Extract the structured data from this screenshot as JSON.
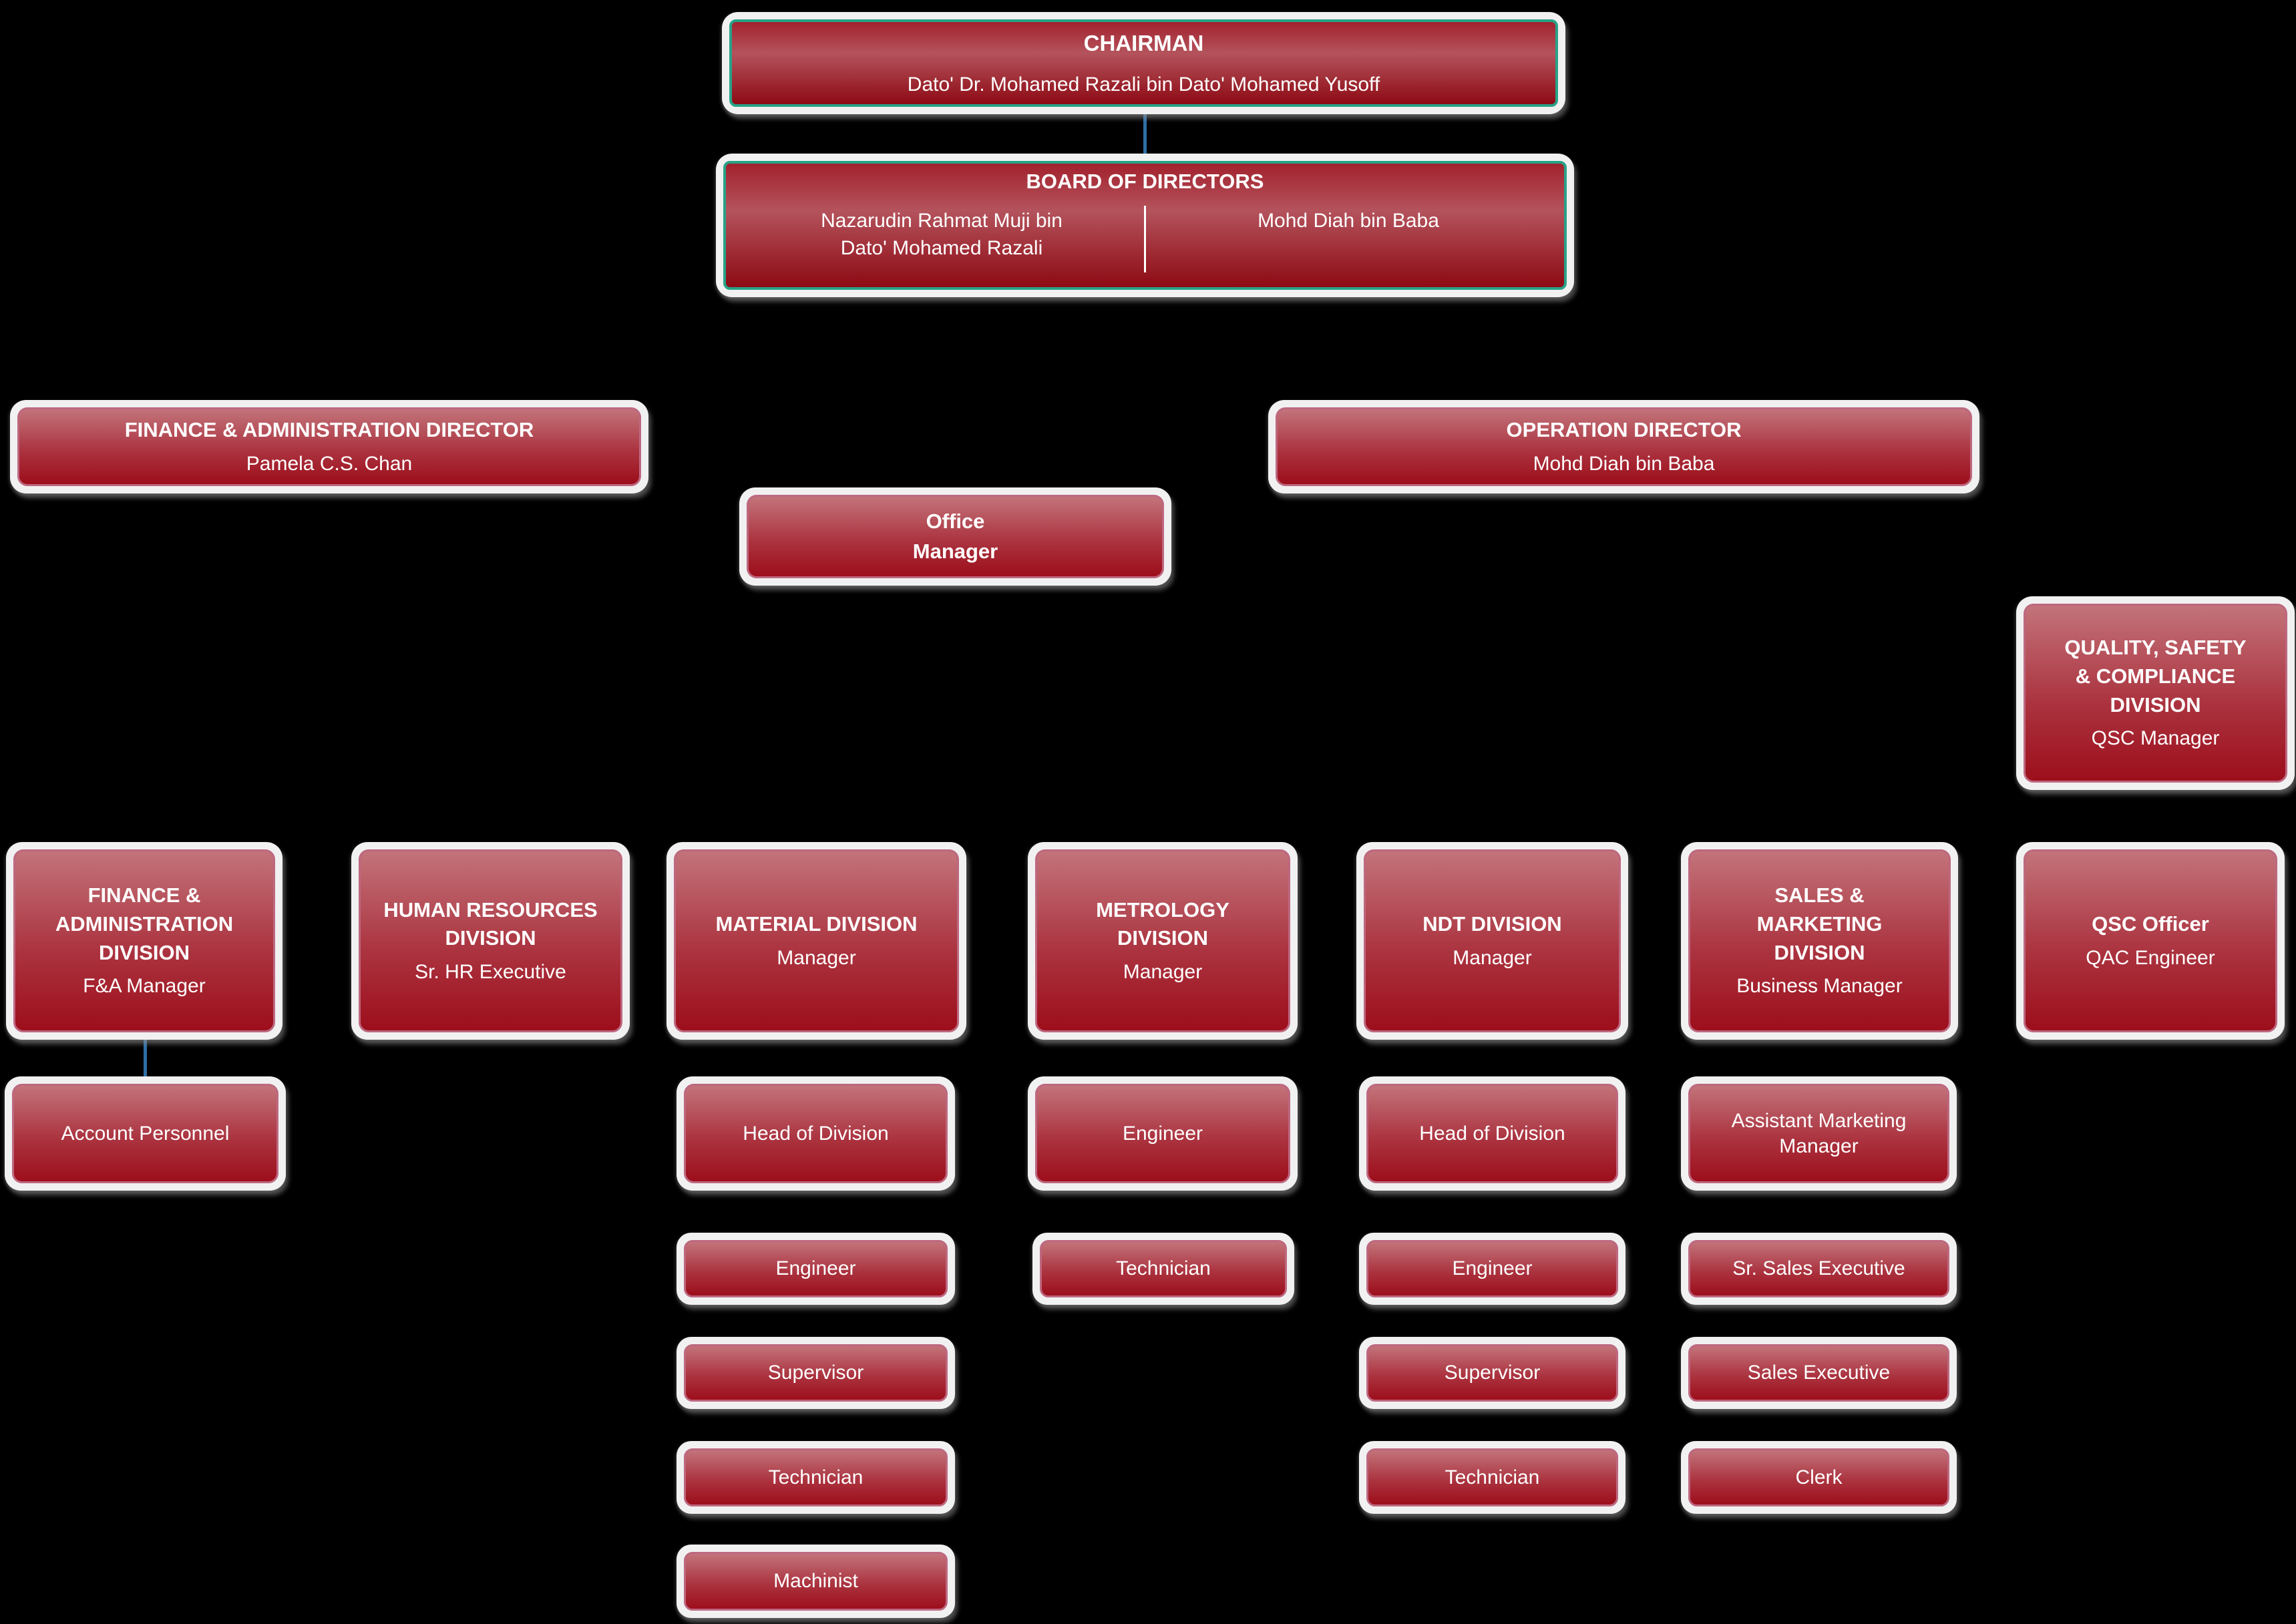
{
  "colors": {
    "background": "#000000",
    "frame": "#f1f1f1",
    "box_gradient_top": "#c3737a",
    "box_gradient_bottom": "#9d0e1b",
    "inner_border_pink": "#bd6880",
    "inner_border_teal": "#27a287",
    "connector_blue": "#2e6ea6",
    "text": "#ffffff"
  },
  "org": {
    "chairman": {
      "title": "CHAIRMAN",
      "name": "Dato' Dr. Mohamed Razali bin Dato' Mohamed Yusoff"
    },
    "board": {
      "title": "BOARD OF DIRECTORS",
      "member_left": "Nazarudin Rahmat Muji bin\nDato' Mohamed Razali",
      "member_right": "Mohd Diah bin Baba"
    },
    "fa_director": {
      "title": "FINANCE & ADMINISTRATION DIRECTOR",
      "name": "Pamela C.S. Chan"
    },
    "op_director": {
      "title": "OPERATION DIRECTOR",
      "name": "Mohd Diah bin Baba"
    },
    "office_manager": {
      "label": "Office\nManager"
    },
    "qsc_division": {
      "title": "QUALITY, SAFETY\n& COMPLIANCE\nDIVISION",
      "name": "QSC Manager"
    },
    "divisions": {
      "fa": {
        "title": "FINANCE &\nADMINISTRATION\nDIVISION",
        "name": "F&A Manager"
      },
      "hr": {
        "title": "HUMAN RESOURCES\nDIVISION",
        "name": "Sr. HR Executive"
      },
      "material": {
        "title": "MATERIAL DIVISION",
        "name": "Manager"
      },
      "metrology": {
        "title": "METROLOGY\nDIVISION",
        "name": "Manager"
      },
      "ndt": {
        "title": "NDT DIVISION",
        "name": "Manager"
      },
      "sales": {
        "title": "SALES &\nMARKETING\nDIVISION",
        "name": "Business Manager"
      },
      "qsc_officer": {
        "title": "QSC Officer",
        "name": "QAC Engineer"
      }
    },
    "staff": {
      "account_personnel": "Account Personnel",
      "material_head": "Head of Division",
      "material_engineer": "Engineer",
      "material_supervisor": "Supervisor",
      "material_technician": "Technician",
      "material_machinist": "Machinist",
      "metrology_engineer": "Engineer",
      "metrology_technician": "Technician",
      "ndt_head": "Head of Division",
      "ndt_engineer": "Engineer",
      "ndt_supervisor": "Supervisor",
      "ndt_technician": "Technician",
      "sales_assistant_marketing_manager": "Assistant Marketing\nManager",
      "sales_sr_sales_executive": "Sr. Sales Executive",
      "sales_sales_executive": "Sales Executive",
      "sales_clerk": "Clerk"
    }
  }
}
